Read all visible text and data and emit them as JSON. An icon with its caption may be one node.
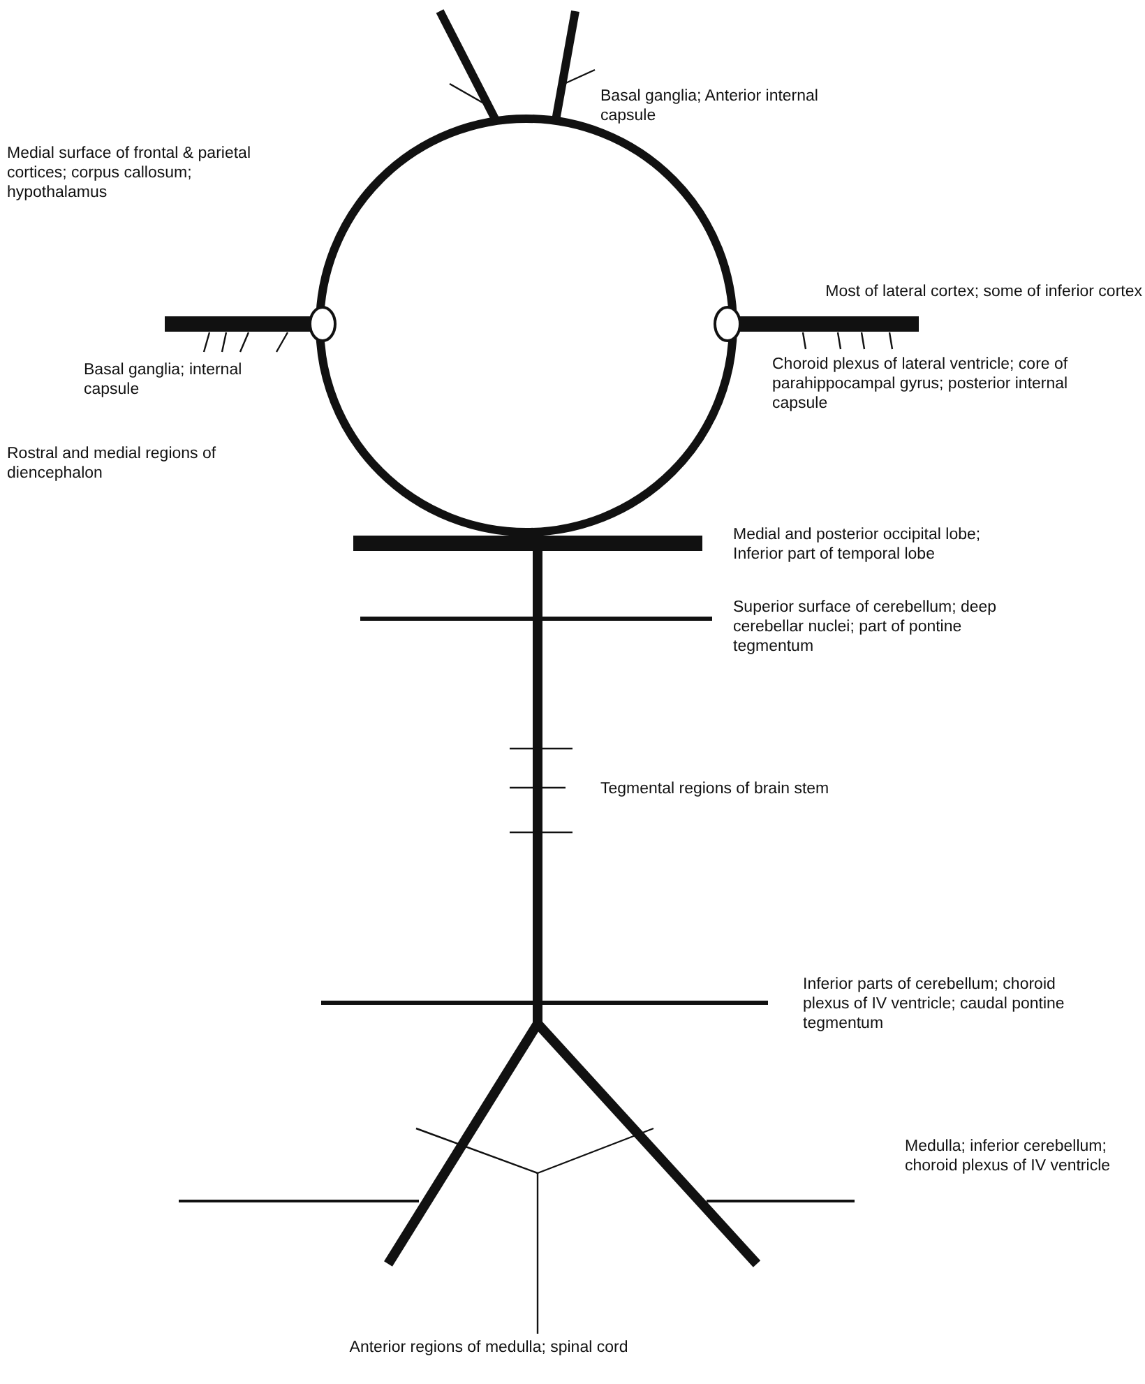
{
  "diagram": {
    "labels": [
      "Basal ganglia; Anterior internal capsule",
      "Medial surface of frontal & parietal cortices; corpus callosum; hypothalamus",
      "Most of lateral cortex; some of inferior cortex",
      "Basal ganglia; internal capsule",
      "Choroid plexus of lateral ventricle; core of parahippocampal gyrus; posterior internal capsule",
      "Rostral and medial regions of diencephalon",
      "Medial and posterior occipital lobe; Inferior part of temporal lobe",
      "Superior surface of cerebellum; deep cerebellar nuclei; part of pontine tegmentum",
      "Tegmental regions of brain stem",
      "Inferior parts of cerebellum; choroid plexus of IV ventricle; caudal pontine tegmentum",
      "Medulla; inferior cerebellum; choroid plexus of IV ventricle",
      "Anterior regions of medulla; spinal cord"
    ]
  }
}
